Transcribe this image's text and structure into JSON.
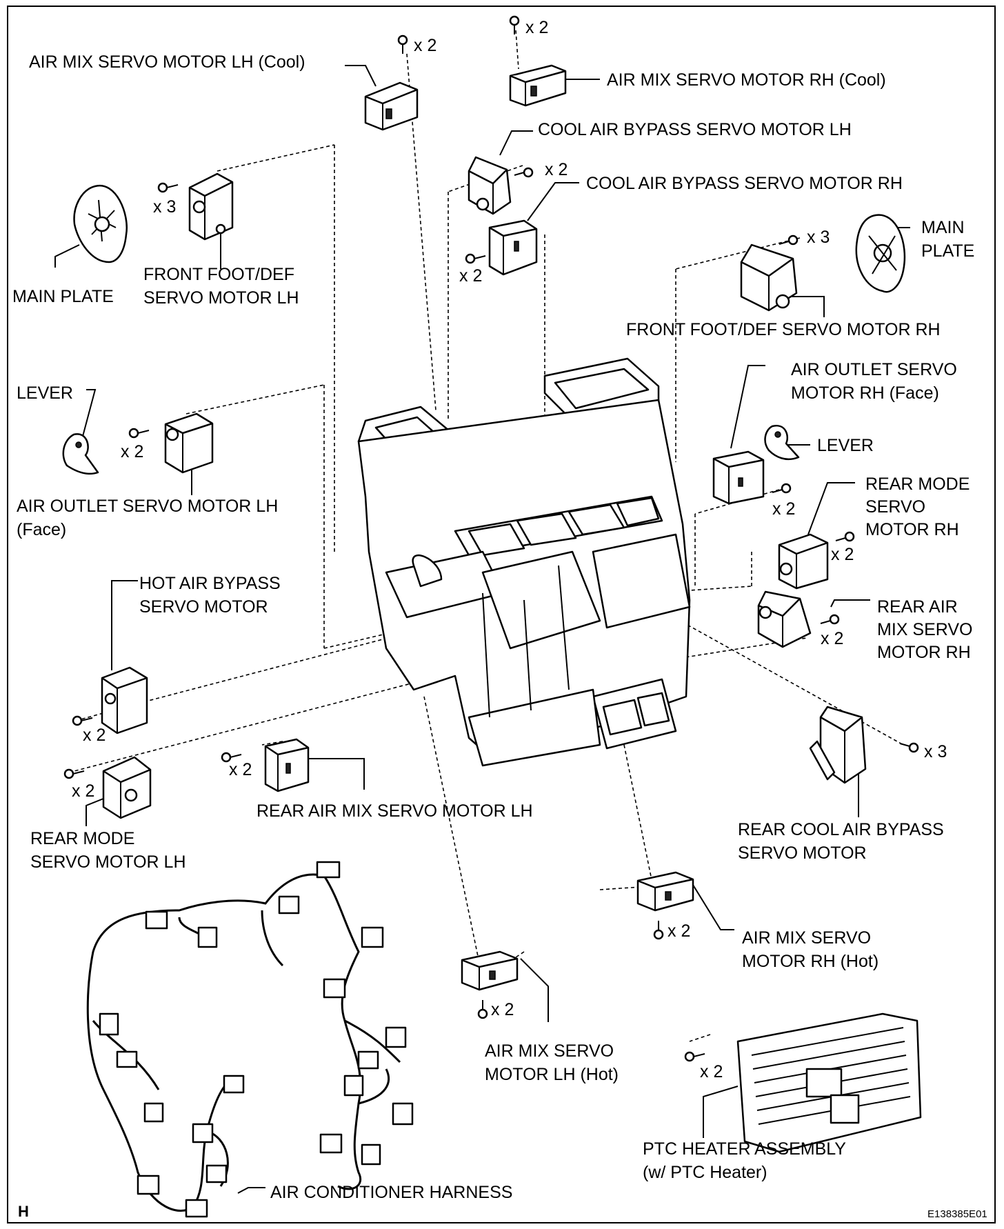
{
  "corner_letter": "H",
  "figure_code": "E138385E01",
  "labels": {
    "air_mix_lh_cool": "AIR MIX SERVO MOTOR LH (Cool)",
    "air_mix_rh_cool": "AIR MIX SERVO MOTOR RH (Cool)",
    "cool_bypass_lh": "COOL AIR BYPASS SERVO MOTOR LH",
    "cool_bypass_rh": "COOL AIR BYPASS SERVO MOTOR RH",
    "main_plate_left": "MAIN PLATE",
    "front_foot_def_lh_1": "FRONT FOOT/DEF",
    "front_foot_def_lh_2": "SERVO MOTOR LH",
    "main_plate_right_1": "MAIN",
    "main_plate_right_2": "PLATE",
    "front_foot_def_rh": "FRONT FOOT/DEF SERVO MOTOR RH",
    "lever_left": "LEVER",
    "air_outlet_rh_1": "AIR OUTLET SERVO",
    "air_outlet_rh_2": "MOTOR RH (Face)",
    "lever_right": "LEVER",
    "air_outlet_lh_1": "AIR OUTLET SERVO MOTOR LH",
    "air_outlet_lh_2": "(Face)",
    "rear_mode_rh_1": "REAR MODE",
    "rear_mode_rh_2": "SERVO",
    "rear_mode_rh_3": "MOTOR RH",
    "hot_bypass_1": "HOT AIR BYPASS",
    "hot_bypass_2": "SERVO MOTOR",
    "rear_air_mix_rh_1": "REAR AIR",
    "rear_air_mix_rh_2": "MIX SERVO",
    "rear_air_mix_rh_3": "MOTOR RH",
    "rear_air_mix_lh": "REAR AIR MIX SERVO MOTOR LH",
    "rear_mode_lh_1": "REAR MODE",
    "rear_mode_lh_2": "SERVO MOTOR LH",
    "rear_cool_bypass_1": "REAR COOL AIR BYPASS",
    "rear_cool_bypass_2": "SERVO MOTOR",
    "air_mix_rh_hot_1": "AIR MIX SERVO",
    "air_mix_rh_hot_2": "MOTOR RH (Hot)",
    "air_mix_lh_hot_1": "AIR MIX SERVO",
    "air_mix_lh_hot_2": "MOTOR LH (Hot)",
    "ptc_1": "PTC HEATER ASSEMBLY",
    "ptc_2": "(w/ PTC Heater)",
    "harness": "AIR CONDITIONER HARNESS"
  },
  "screw_quantities": {
    "x2": "x 2",
    "x3": "x 3"
  }
}
